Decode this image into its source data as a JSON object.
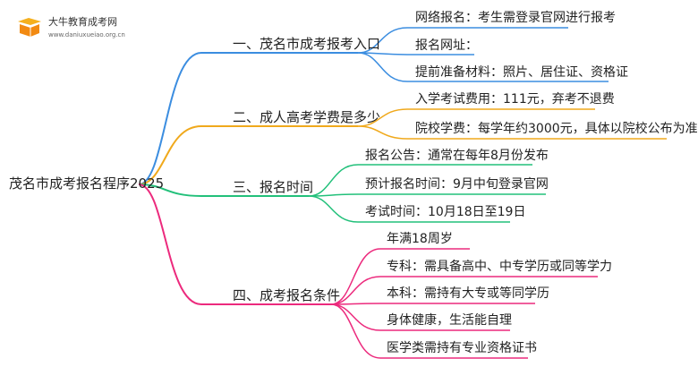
{
  "logo": {
    "name": "大牛教育成考网",
    "url": "www.daniuxueiao.org.cn"
  },
  "root": "茂名市成考报名程序2025",
  "branches": [
    {
      "label": "一、茂名市成考报考入口",
      "color": "#3b8de0",
      "leaves": [
        "网络报名：考生需登录官网进行报考",
        "报名网址：",
        "提前准备材料：照片、居住证、资格证"
      ]
    },
    {
      "label": "二、成人高考学费是多少",
      "color": "#f0a91c",
      "leaves": [
        "入学考试费用：111元，弃考不退费",
        "院校学费：每学年约3000元，具体以院校公布为准"
      ]
    },
    {
      "label": "三、报名时间",
      "color": "#22c07a",
      "leaves": [
        "报名公告：通常在每年8月份发布",
        "预计报名时间：9月中旬登录官网",
        "考试时间：10月18日至19日"
      ]
    },
    {
      "label": "四、成考报名条件",
      "color": "#ec2a7d",
      "leaves": [
        "年满18周岁",
        "专科：需具备高中、中专学历或同等学力",
        "本科：需持有大专或等同学历",
        "身体健康，生活能自理",
        "医学类需持有专业资格证书"
      ]
    }
  ]
}
